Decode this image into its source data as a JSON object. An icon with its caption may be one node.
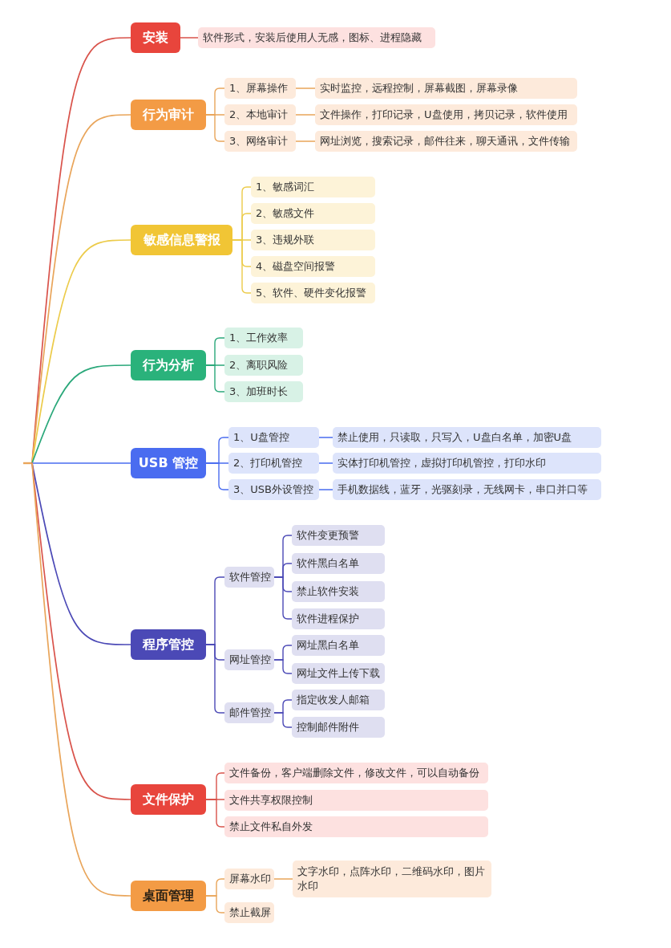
{
  "diagram": {
    "nodes": [
      {
        "text": [
          "安装"
        ]
      },
      {
        "text": [
          "软件形式，安装后使用人无感，图标、进程隐藏"
        ]
      },
      {
        "text": [
          "行为审计"
        ]
      },
      {
        "text": [
          "1、屏幕操作"
        ]
      },
      {
        "text": [
          "实时监控，远程控制，屏幕截图，屏幕录像"
        ]
      },
      {
        "text": [
          "2、本地审计"
        ]
      },
      {
        "text": [
          "文件操作，打印记录，U盘使用，拷贝记录，软件使用"
        ]
      },
      {
        "text": [
          "3、网络审计"
        ]
      },
      {
        "text": [
          "网址浏览，搜索记录，邮件往来，聊天通讯，文件传输"
        ]
      },
      {
        "text": [
          "敏感信息警报"
        ]
      },
      {
        "text": [
          "1、敏感词汇"
        ]
      },
      {
        "text": [
          "2、敏感文件"
        ]
      },
      {
        "text": [
          "3、违规外联"
        ]
      },
      {
        "text": [
          "4、磁盘空间报警"
        ]
      },
      {
        "text": [
          "5、软件、硬件变化报警"
        ]
      },
      {
        "text": [
          "行为分析"
        ]
      },
      {
        "text": [
          "1、工作效率"
        ]
      },
      {
        "text": [
          "2、离职风险"
        ]
      },
      {
        "text": [
          "3、加班时长"
        ]
      },
      {
        "text": [
          "USB 管控"
        ]
      },
      {
        "text": [
          "1、U盘管控"
        ]
      },
      {
        "text": [
          "禁止使用，只读取，只写入，U盘白名单，加密U盘"
        ]
      },
      {
        "text": [
          "2、打印机管控"
        ]
      },
      {
        "text": [
          "实体打印机管控，虚拟打印机管控，打印水印"
        ]
      },
      {
        "text": [
          "3、USB外设管控"
        ]
      },
      {
        "text": [
          "手机数据线，蓝牙，光驱刻录，无线网卡，串口并口等"
        ]
      },
      {
        "text": [
          "程序管控"
        ]
      },
      {
        "text": [
          "软件管控"
        ]
      },
      {
        "text": [
          "软件变更预警"
        ]
      },
      {
        "text": [
          "软件黑白名单"
        ]
      },
      {
        "text": [
          "禁止软件安装"
        ]
      },
      {
        "text": [
          "软件进程保护"
        ]
      },
      {
        "text": [
          "网址管控"
        ]
      },
      {
        "text": [
          "网址黑白名单"
        ]
      },
      {
        "text": [
          "网址文件上传下载"
        ]
      },
      {
        "text": [
          "邮件管控"
        ]
      },
      {
        "text": [
          "指定收发人邮箱"
        ]
      },
      {
        "text": [
          "控制邮件附件"
        ]
      },
      {
        "text": [
          "文件保护"
        ]
      },
      {
        "text": [
          "文件备份，客户端删除文件，修改文件，可以自动备份"
        ]
      },
      {
        "text": [
          "文件共享权限控制"
        ]
      },
      {
        "text": [
          "禁止文件私自外发"
        ]
      },
      {
        "text": [
          "桌面管理"
        ]
      },
      {
        "text": [
          "屏幕水印"
        ]
      },
      {
        "text": [
          "文字水印，点阵水印，二维码水印，图片水印"
        ]
      },
      {
        "text": [
          "禁止截屏"
        ]
      }
    ],
    "edges": [
      {
        "from": null,
        "to": 0,
        "arrow": "none",
        "color": "#d9534b"
      },
      {
        "from": 0,
        "to": 1,
        "arrow": "none",
        "color": "#d9534b"
      },
      {
        "from": null,
        "to": 2,
        "arrow": "none",
        "color": "#e9a55a"
      },
      {
        "from": 2,
        "to": 3,
        "arrow": "none",
        "color": "#e9a55a"
      },
      {
        "from": 3,
        "to": 4,
        "arrow": "none",
        "color": "#e9a55a"
      },
      {
        "from": 2,
        "to": 5,
        "arrow": "none",
        "color": "#e9a55a"
      },
      {
        "from": 5,
        "to": 6,
        "arrow": "none",
        "color": "#e9a55a"
      },
      {
        "from": 2,
        "to": 7,
        "arrow": "none",
        "color": "#e9a55a"
      },
      {
        "from": 7,
        "to": 8,
        "arrow": "none",
        "color": "#e9a55a"
      },
      {
        "from": null,
        "to": 9,
        "arrow": "none",
        "color": "#eccb4a"
      },
      {
        "from": 9,
        "to": 10,
        "arrow": "none",
        "color": "#eccb4a"
      },
      {
        "from": 9,
        "to": 11,
        "arrow": "none",
        "color": "#eccb4a"
      },
      {
        "from": 9,
        "to": 12,
        "arrow": "none",
        "color": "#eccb4a"
      },
      {
        "from": 9,
        "to": 13,
        "arrow": "none",
        "color": "#eccb4a"
      },
      {
        "from": 9,
        "to": 14,
        "arrow": "none",
        "color": "#eccb4a"
      },
      {
        "from": null,
        "to": 15,
        "arrow": "none",
        "color": "#2aa87a"
      },
      {
        "from": 15,
        "to": 16,
        "arrow": "none",
        "color": "#2aa87a"
      },
      {
        "from": 15,
        "to": 17,
        "arrow": "none",
        "color": "#2aa87a"
      },
      {
        "from": 15,
        "to": 18,
        "arrow": "none",
        "color": "#2aa87a"
      },
      {
        "from": null,
        "to": 19,
        "arrow": "none",
        "color": "#4a6cf0"
      },
      {
        "from": 19,
        "to": 20,
        "arrow": "none",
        "color": "#4a6cf0"
      },
      {
        "from": 20,
        "to": 21,
        "arrow": "none",
        "color": "#4a6cf0"
      },
      {
        "from": 19,
        "to": 22,
        "arrow": "none",
        "color": "#4a6cf0"
      },
      {
        "from": 22,
        "to": 23,
        "arrow": "none",
        "color": "#4a6cf0"
      },
      {
        "from": 19,
        "to": 24,
        "arrow": "none",
        "color": "#4a6cf0"
      },
      {
        "from": 24,
        "to": 25,
        "arrow": "none",
        "color": "#4a6cf0"
      },
      {
        "from": null,
        "to": 26,
        "arrow": "none",
        "color": "#4b49b6"
      },
      {
        "from": 26,
        "to": 27,
        "arrow": "none",
        "color": "#4b49b6"
      },
      {
        "from": 27,
        "to": 28,
        "arrow": "none",
        "color": "#4b49b6"
      },
      {
        "from": 27,
        "to": 29,
        "arrow": "none",
        "color": "#4b49b6"
      },
      {
        "from": 27,
        "to": 30,
        "arrow": "none",
        "color": "#4b49b6"
      },
      {
        "from": 27,
        "to": 31,
        "arrow": "none",
        "color": "#4b49b6"
      },
      {
        "from": 26,
        "to": 32,
        "arrow": "none",
        "color": "#4b49b6"
      },
      {
        "from": 32,
        "to": 33,
        "arrow": "none",
        "color": "#4b49b6"
      },
      {
        "from": 32,
        "to": 34,
        "arrow": "none",
        "color": "#4b49b6"
      },
      {
        "from": 26,
        "to": 35,
        "arrow": "none",
        "color": "#4b49b6"
      },
      {
        "from": 35,
        "to": 36,
        "arrow": "none",
        "color": "#4b49b6"
      },
      {
        "from": 35,
        "to": 37,
        "arrow": "none",
        "color": "#4b49b6"
      },
      {
        "from": null,
        "to": 38,
        "arrow": "none",
        "color": "#d9534b"
      },
      {
        "from": 38,
        "to": 39,
        "arrow": "none",
        "color": "#d9534b"
      },
      {
        "from": 38,
        "to": 40,
        "arrow": "none",
        "color": "#d9534b"
      },
      {
        "from": 38,
        "to": 41,
        "arrow": "none",
        "color": "#d9534b"
      },
      {
        "from": null,
        "to": 42,
        "arrow": "none",
        "color": "#e9a55a"
      },
      {
        "from": 42,
        "to": 43,
        "arrow": "none",
        "color": "#e9a55a"
      },
      {
        "from": 43,
        "to": 44,
        "arrow": "none",
        "color": "#e9a55a"
      },
      {
        "from": 42,
        "to": 45,
        "arrow": "none",
        "color": "#e9a55a"
      }
    ]
  }
}
